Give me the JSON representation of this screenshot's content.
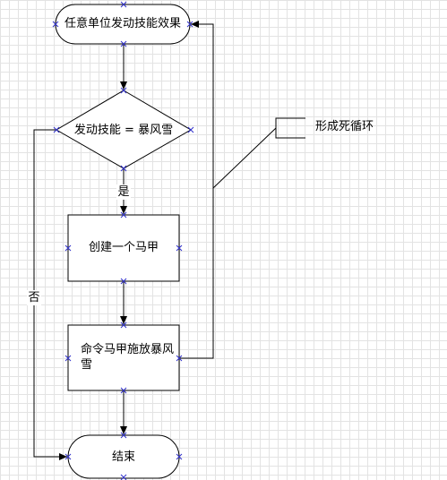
{
  "flowchart": {
    "start_label": "任意单位发动技能效果",
    "decision_label": "发动技能 = 暴风雪",
    "yes_label": "是",
    "no_label": "否",
    "create_label": "创建一个马甲",
    "command_label": "命令马甲施放暴风雪",
    "end_label": "结束",
    "annotation_label": "形成死循环"
  },
  "colors": {
    "line": "#000000",
    "shape_fill": "#ffffff",
    "connection_point": "#3333cc"
  }
}
